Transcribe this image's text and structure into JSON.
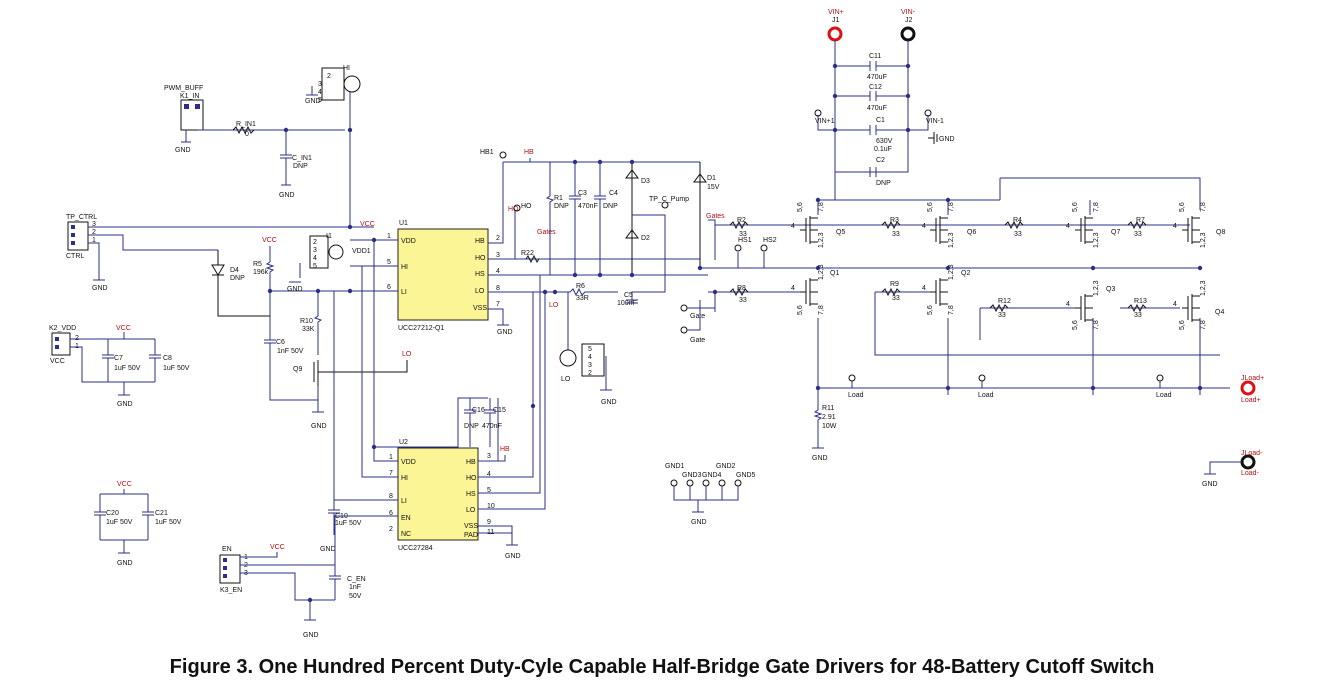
{
  "caption": "Figure 3. One Hundred Percent Duty-Cyle Capable Half-Bridge Gate Drivers for 48-Battery Cutoff Switch",
  "ics": {
    "u1": {
      "ref": "U1",
      "part": "UCC27212-Q1",
      "pins": {
        "vdd": "VDD",
        "hi": "HI",
        "li": "LI",
        "hb": "HB",
        "ho": "HO",
        "hs": "HS",
        "lo": "LO",
        "vss": "VSS"
      },
      "nums": {
        "vdd": "1",
        "hi": "5",
        "li": "6",
        "hb": "2",
        "ho": "3",
        "hs": "4",
        "lo": "8",
        "vss": "7"
      }
    },
    "u2": {
      "ref": "U2",
      "part": "UCC27284",
      "pins": {
        "vdd": "VDD",
        "hi": "HI",
        "li": "LI",
        "en": "EN",
        "nc": "NC",
        "hb": "HB",
        "ho": "HO",
        "hs": "HS",
        "lo": "LO",
        "vss": "VSS",
        "pad": "PAD"
      },
      "nums": {
        "vdd": "1",
        "hi": "7",
        "li": "8",
        "en": "6",
        "nc": "2",
        "hb": "3",
        "ho": "4",
        "hs": "5",
        "lo": "10",
        "vss": "9",
        "pad": "11"
      }
    }
  },
  "labels": {
    "pwm_buff": "PWM_BUFF",
    "k1_in": "K1_IN",
    "r_in1": "R_IN1",
    "r_in1_val": "0",
    "c_in1": "C_IN1",
    "c_in1_val": "DNP",
    "gnd": "GND",
    "tp_ctrl": "TP_CTRL",
    "ctrl": "CTRL",
    "d4": "D4",
    "d4_val": "DNP",
    "r5": "R5",
    "r5_val": "196k",
    "c6": "C6",
    "c6_val": "1nF 50V",
    "r10": "R10",
    "r10_val": "33K",
    "q9": "Q9",
    "vcc": "VCC",
    "vdd1": "VDD1",
    "i1": "I1",
    "hi": "HI",
    "k2_vdd": "K2_VDD",
    "c7": "C7",
    "c7_val": "1uF 50V",
    "c8": "C8",
    "c8_val": "1uF 50V",
    "c10": "C10",
    "c10_val": "1uF 50V",
    "c20": "C20",
    "c20_val": "1uF 50V",
    "c21": "C21",
    "c21_val": "1uF 50V",
    "en": "EN",
    "k3_en": "K3_EN",
    "c_en": "C_EN",
    "c_en_val1": "1nF",
    "c_en_val2": "50V",
    "lo": "LO",
    "hb": "HB",
    "hb1": "HB1",
    "ho": "HO",
    "gates": "Gates",
    "gate": "Gate",
    "r1": "R1",
    "r1_val": "DNP",
    "c3": "C3",
    "c3_val": "470nF",
    "c4": "C4",
    "c4_val": "DNP",
    "d3": "D3",
    "d2": "D2",
    "tp_c_pump": "TP_C_Pump",
    "d1": "D1",
    "d1_val": "15V",
    "r22": "R22",
    "r6": "R6",
    "r6_val": "33R",
    "c5": "C5",
    "c5_val": "100nF",
    "c16": "C16",
    "c16_val": "DNP",
    "c15": "C15",
    "c15_val": "470nF",
    "gnd_pads": [
      "GND1",
      "GND2",
      "GND3",
      "GND4",
      "GND5"
    ],
    "vin_plus": "VIN+",
    "vin_minus": "VIN-",
    "j1": "J1",
    "j2": "J2",
    "c11": "C11",
    "c11_val": "470uF",
    "c12": "C12",
    "c12_val": "470uF",
    "vin1p": "VIN+1",
    "vin1m": "VIN-1",
    "c1": "C1",
    "c1_val1": "630V",
    "c1_val2": "0.1uF",
    "c2": "C2",
    "c2_val": "DNP",
    "r2": "R2",
    "r3": "R3",
    "r4": "R4",
    "r7": "R7",
    "r8": "R8",
    "r9": "R9",
    "r12": "R12",
    "r13": "R13",
    "r33": "33",
    "q5": "Q5",
    "q6": "Q6",
    "q7": "Q7",
    "q8": "Q8",
    "q1": "Q1",
    "q2": "Q2",
    "q3": "Q3",
    "q4": "Q4",
    "hs1": "HS1",
    "hs2": "HS2",
    "load": "Load",
    "jload_p": "JLoad+",
    "load_p": "Load+",
    "jload_m": "JLoad-",
    "load_m": "Load-",
    "r11": "R11",
    "r11_val1": "2.91",
    "r11_val2": "10W",
    "gatepins": "5,6",
    "pins123": "1,2,3",
    "pins78": "7,8"
  }
}
